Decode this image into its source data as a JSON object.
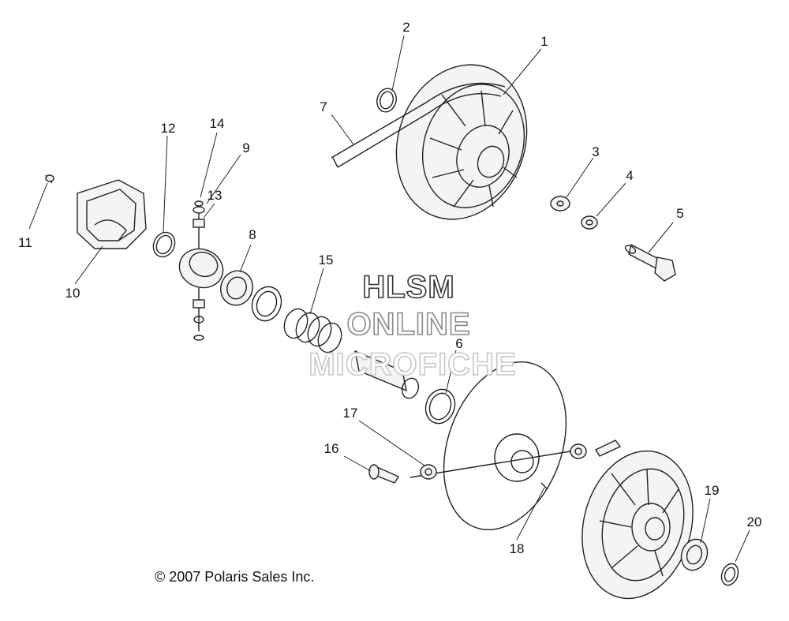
{
  "watermark": {
    "line1": "HLSM",
    "line2": "ONLINE",
    "line3": "MICROFICHE"
  },
  "copyright": "© 2007 Polaris Sales Inc.",
  "callouts": [
    {
      "id": "1",
      "text": "1"
    },
    {
      "id": "2",
      "text": "2"
    },
    {
      "id": "3",
      "text": "3"
    },
    {
      "id": "4",
      "text": "4"
    },
    {
      "id": "5",
      "text": "5"
    },
    {
      "id": "6",
      "text": "6"
    },
    {
      "id": "7",
      "text": "7"
    },
    {
      "id": "8",
      "text": "8"
    },
    {
      "id": "9",
      "text": "9"
    },
    {
      "id": "10",
      "text": "10"
    },
    {
      "id": "11",
      "text": "11"
    },
    {
      "id": "12",
      "text": "12"
    },
    {
      "id": "13",
      "text": "13"
    },
    {
      "id": "14",
      "text": "14"
    },
    {
      "id": "15",
      "text": "15"
    },
    {
      "id": "16",
      "text": "16"
    },
    {
      "id": "17",
      "text": "17"
    },
    {
      "id": "18",
      "text": "18"
    },
    {
      "id": "19",
      "text": "19"
    },
    {
      "id": "20",
      "text": "20"
    }
  ]
}
